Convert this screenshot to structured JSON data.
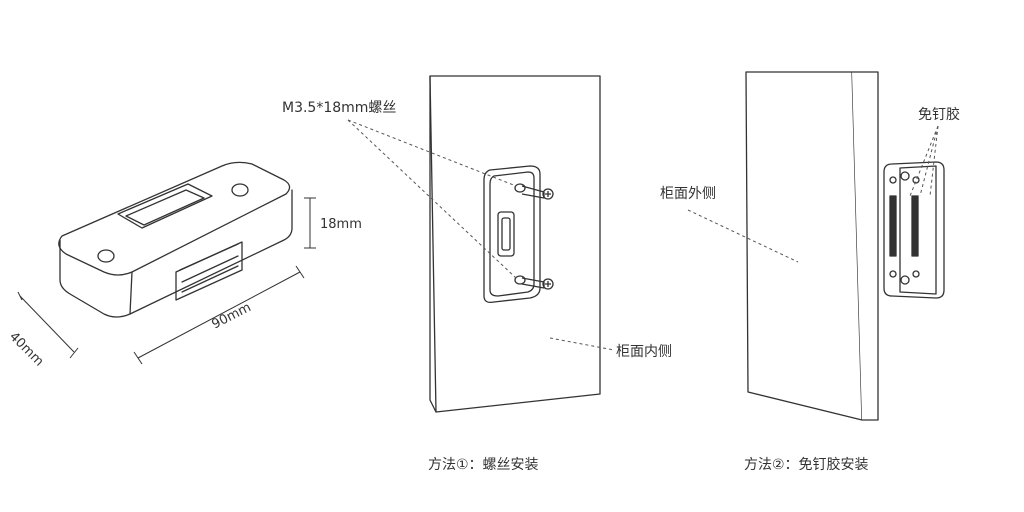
{
  "product": {
    "screw_spec": "M3.5*18mm螺丝",
    "height": "18mm",
    "depth": "40mm",
    "length": "90mm"
  },
  "method1": {
    "caption": "方法①：螺丝安装",
    "inner_side_label": "柜面内侧"
  },
  "method2": {
    "caption": "方法②：免钉胶安装",
    "outer_side_label": "柜面外侧",
    "adhesive_label": "免钉胶"
  }
}
